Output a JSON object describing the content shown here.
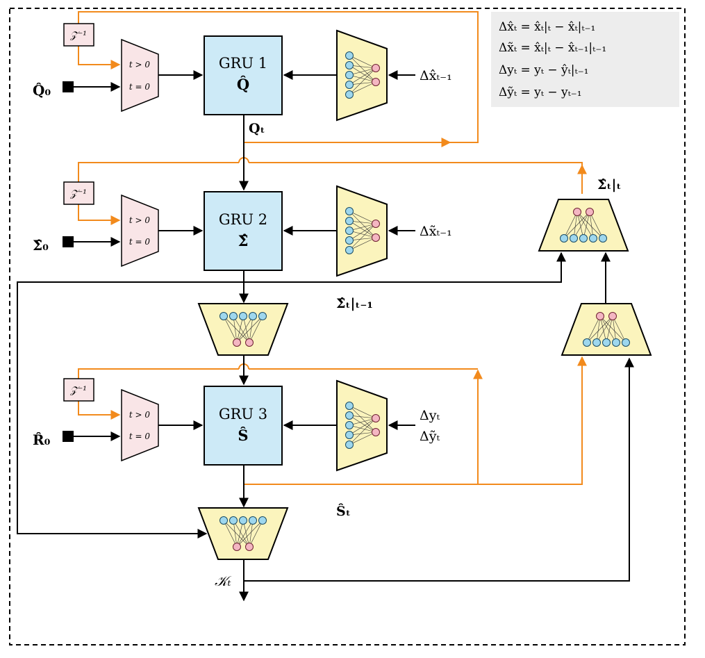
{
  "equations_legend": {
    "eq1": "Δx̂ₜ = x̂ₜ|ₜ − x̂ₜ|ₜ₋₁",
    "eq2": "Δx̃ₜ = x̂ₜ|ₜ − x̂ₜ₋₁|ₜ₋₁",
    "eq3": "Δyₜ = yₜ − ŷₜ|ₜ₋₁",
    "eq4": "Δỹₜ = yₜ − yₜ₋₁"
  },
  "gru1": {
    "name": "GRU 1",
    "state": "Q̂"
  },
  "gru2": {
    "name": "GRU 2",
    "state": "Σ̂"
  },
  "gru3": {
    "name": "GRU 3",
    "state": "Ŝ"
  },
  "delay_label": "𝒵⁻¹",
  "mux_labels": {
    "upper": "t > 0",
    "lower": "t = 0"
  },
  "initial_inputs": {
    "q0": "Q̂₀",
    "sigma0": "Σ̂₀",
    "r0": "R̂₀"
  },
  "feature_inputs": {
    "gru1": "Δx̂ₜ₋₁",
    "gru2": "Δx̃ₜ₋₁",
    "gru3_a": "Δyₜ",
    "gru3_b": "Δỹₜ"
  },
  "signals": {
    "q_t": "Qₜ",
    "sigma_prior": "Σ̂ₜ|ₜ₋₁",
    "sigma_post": "Σ̂ₜ|ₜ",
    "s_t": "Ŝₜ",
    "k_t": "𝒦ₜ"
  },
  "colors": {
    "feedback_wire": "#f28a1c",
    "gru_fill": "#cdeaf7",
    "mux_fill": "#f9e5e7",
    "fc_fill": "#fbf4bd",
    "neuron_blue": "#9ed7ee",
    "neuron_pink": "#f4b6c2",
    "legend_bg": "#ededed"
  }
}
